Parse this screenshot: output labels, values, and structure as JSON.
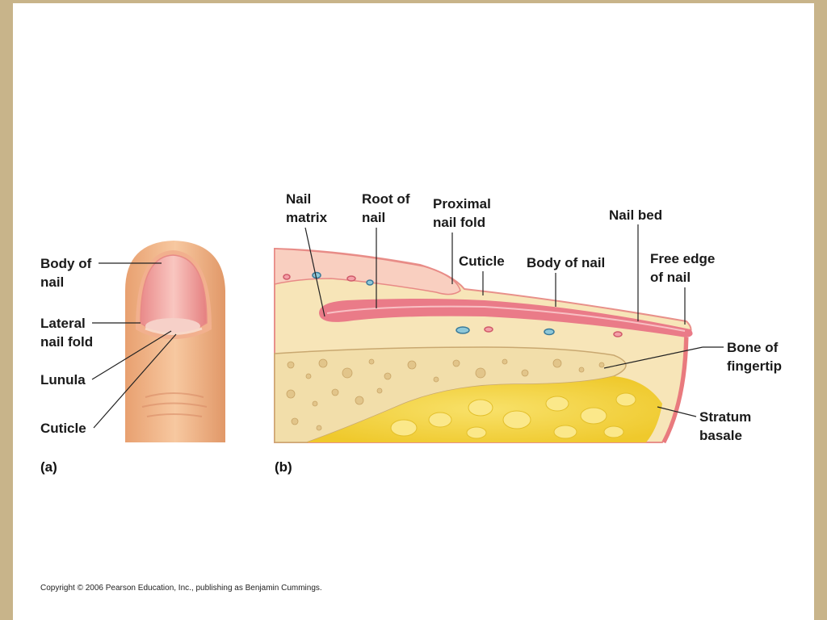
{
  "panel_a": {
    "tag": "(a)",
    "labels": {
      "body_of_nail": [
        "Body of",
        "nail"
      ],
      "lateral_nail_fold": [
        "Lateral",
        "nail fold"
      ],
      "lunula": [
        "Lunula"
      ],
      "cuticle": [
        "Cuticle"
      ]
    }
  },
  "panel_b": {
    "tag": "(b)",
    "labels": {
      "nail_matrix": [
        "Nail",
        "matrix"
      ],
      "root_of_nail": [
        "Root of",
        "nail"
      ],
      "proximal_nail_fold": [
        "Proximal",
        "nail fold"
      ],
      "cuticle": [
        "Cuticle"
      ],
      "body_of_nail": [
        "Body of nail"
      ],
      "nail_bed": [
        "Nail bed"
      ],
      "free_edge_of_nail": [
        "Free edge",
        "of nail"
      ],
      "bone_of_fingertip": [
        "Bone of",
        "fingertip"
      ],
      "stratum_basale": [
        "Stratum",
        "basale"
      ]
    }
  },
  "copyright": "Copyright © 2006 Pearson Education, Inc., publishing as Benjamin Cummings.",
  "colors": {
    "skin": "#f3b98a",
    "nail": "#f0a0a0",
    "dermis": "#f7e7b0",
    "bone": "#f1dfa0",
    "marrow": "#f3d23a",
    "pink_layer": "#e8707a"
  }
}
